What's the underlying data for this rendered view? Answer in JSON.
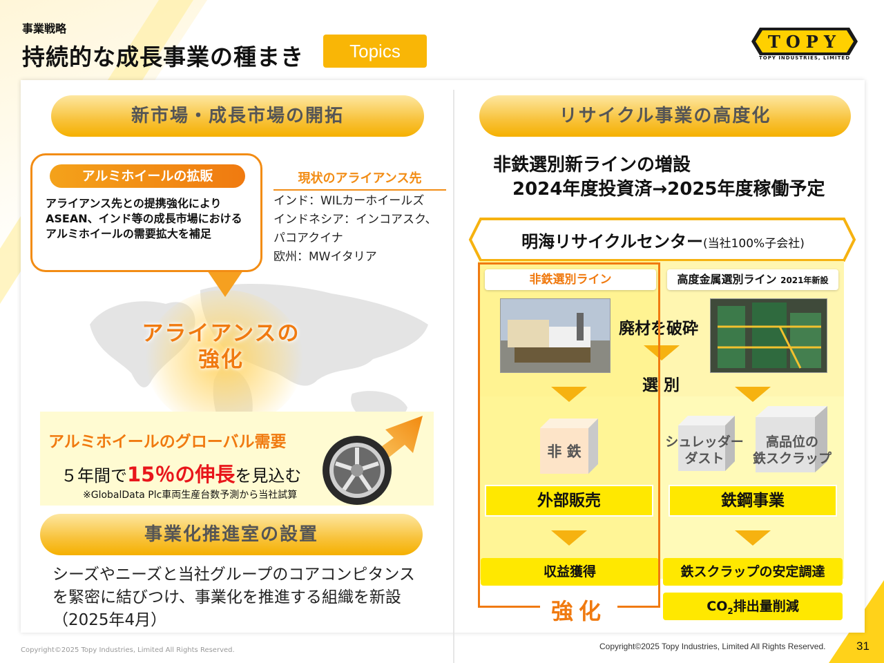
{
  "header": {
    "section": "事業戦略",
    "title": "持続的な成長事業の種まき",
    "badge": "Topics",
    "logo_text": "TOPY",
    "logo_sub": "TOPY INDUSTRIES, LIMITED"
  },
  "left": {
    "pill_title": "新市場・成長市場の開拓",
    "alu_box": {
      "heading": "アルミホイールの拡販",
      "text": "アライアンス先との提携強化によりASEAN、インド等の成長市場におけるアルミホイールの需要拡大を補足"
    },
    "alliance": {
      "heading": "現状のアライアンス先",
      "items": [
        "インド：WILカーホイールズ",
        "インドネシア：インコアスク、",
        "パコアクイナ",
        "欧州：MWイタリア"
      ]
    },
    "alliance_strong_1": "アライアンスの",
    "alliance_strong_2": "強化",
    "demand": {
      "title": "アルミホイールのグローバル需要",
      "pre": "５年間で",
      "highlight": "15％の伸長",
      "post": "を見込む",
      "note": "※GlobalData Plc車両生産台数予測から当社試算"
    },
    "biz_pill": "事業化推進室の設置",
    "biz_text": "シーズやニーズと当社グループのコアコンピタンスを緊密に結びつけ、事業化を推進する組織を新設（2025年4月）"
  },
  "right": {
    "pill_title": "リサイクル事業の高度化",
    "head_line1": "非鉄選別新ラインの増設",
    "head_line2": "2024年度投資済→2025年度稼働予定",
    "center_name": "明海リサイクルセンター",
    "center_sub": "(当社100%子会社)",
    "line_nonferrous": "非鉄選別ライン",
    "line_metal": "高度金属選別ライン",
    "line_metal_year": "2021年新設",
    "crush": "廃材を破砕",
    "sort": "選 別",
    "cube_nonferrous": "非 鉄",
    "cube_dust_1": "シュレッダー",
    "cube_dust_2": "ダスト",
    "cube_scrap_1": "高品位の",
    "cube_scrap_2": "鉄スクラップ",
    "out_sales": "外部販売",
    "out_steel": "鉄鋼事業",
    "result_profit": "収益獲得",
    "result_scrap": "鉄スクラップの安定調達",
    "result_co2_a": "CO",
    "result_co2_sub": "2",
    "result_co2_b": "排出量削減",
    "strong": "強化"
  },
  "footer": {
    "copyright_left": "Copyright©2025 Topy Industries, Limited All Rights Reserved.",
    "copyright_right": "Copyright©2025 Topy Industries, Limited All Rights Reserved.",
    "page": "31"
  },
  "colors": {
    "accent_yellow": "#f9b606",
    "accent_orange": "#f07a10",
    "highlight_red": "#e8161b"
  }
}
